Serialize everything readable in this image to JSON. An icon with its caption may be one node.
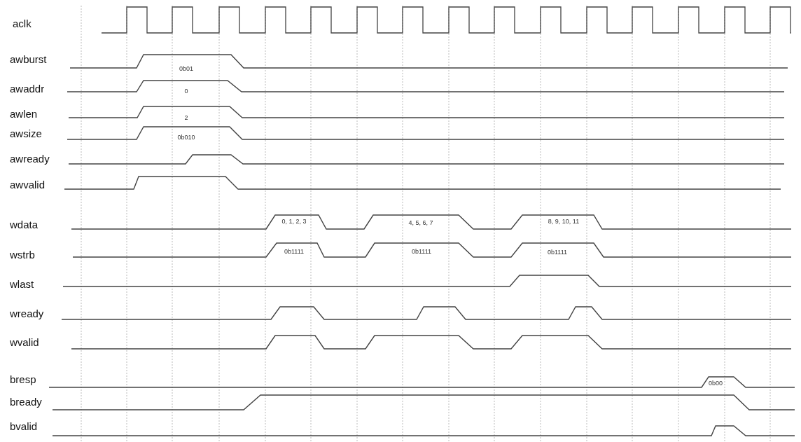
{
  "diagram": {
    "labels": [
      "aclk",
      "awburst",
      "0b01",
      "awaddr",
      "0",
      "awlen",
      "2",
      "awsize",
      "0b010",
      "awready",
      "awvalid",
      "wdata",
      "0, 1, 2, 3",
      "4, 5, 6, 7",
      "8, 9, 10, 11",
      "wstrb",
      "0b1111",
      "0b1111",
      "0b1111",
      "wlast",
      "wready",
      "wvalid",
      "bresp",
      "0b00",
      "bready",
      "bvalid"
    ]
  }
}
